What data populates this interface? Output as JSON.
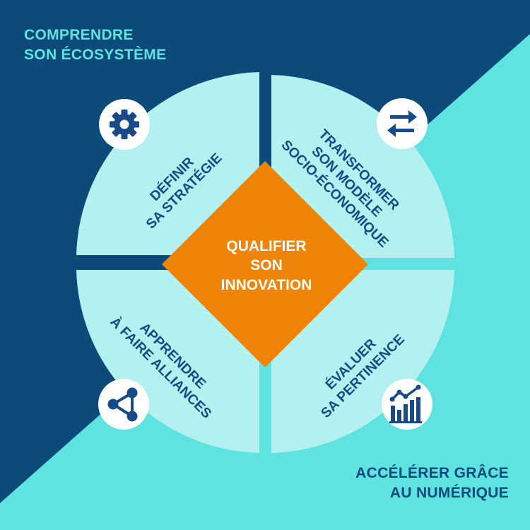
{
  "top_left_heading": {
    "line1": "COMPRENDRE",
    "line2": "SON ÉCOSYSTÈME"
  },
  "bottom_right_heading": {
    "line1": "ACCÉLÉRER GRÂCE",
    "line2": "AU NUMÉRIQUE"
  },
  "center": {
    "line1": "QUALIFIER",
    "line2": "SON",
    "line3": "INNOVATION"
  },
  "quadrants": {
    "top_left": {
      "line1": "DÉFINIR",
      "line2": "SA STRATÉGIE",
      "icon": "gear-icon"
    },
    "top_right": {
      "line1": "TRANSFORMER",
      "line2": "SON MODÈLE",
      "line3": "SOCIO-ÉCONOMIQUE",
      "icon": "swap-arrows-icon"
    },
    "bottom_left": {
      "line1": "APPRENDRE",
      "line2": "À FAIRE ALLIANCES",
      "icon": "share-nodes-icon"
    },
    "bottom_right": {
      "line1": "ÉVALUER",
      "line2": "SA PERTINENCE",
      "icon": "growth-chart-icon"
    }
  },
  "colors": {
    "dark_blue": "#0c4a7a",
    "turquoise": "#5fe3e0",
    "quadrant_fill": "#b3f1f1",
    "diamond_orange": "#ee8508",
    "text_navy": "#174a86"
  }
}
